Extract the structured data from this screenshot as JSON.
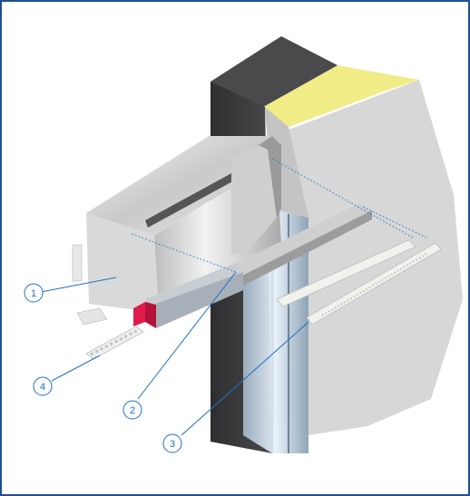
{
  "callouts": [
    {
      "id": "1",
      "label": "1"
    },
    {
      "id": "2",
      "label": "2"
    },
    {
      "id": "3",
      "label": "3"
    },
    {
      "id": "4",
      "label": "4"
    }
  ],
  "colors": {
    "frame": "#1f4f8f",
    "callout": "#1f6fbf",
    "insulation": "#f2ee88",
    "dark_wall": "#3b3b3d",
    "light_wall": "#d9d9d9",
    "accent_red": "#e01b4c"
  }
}
